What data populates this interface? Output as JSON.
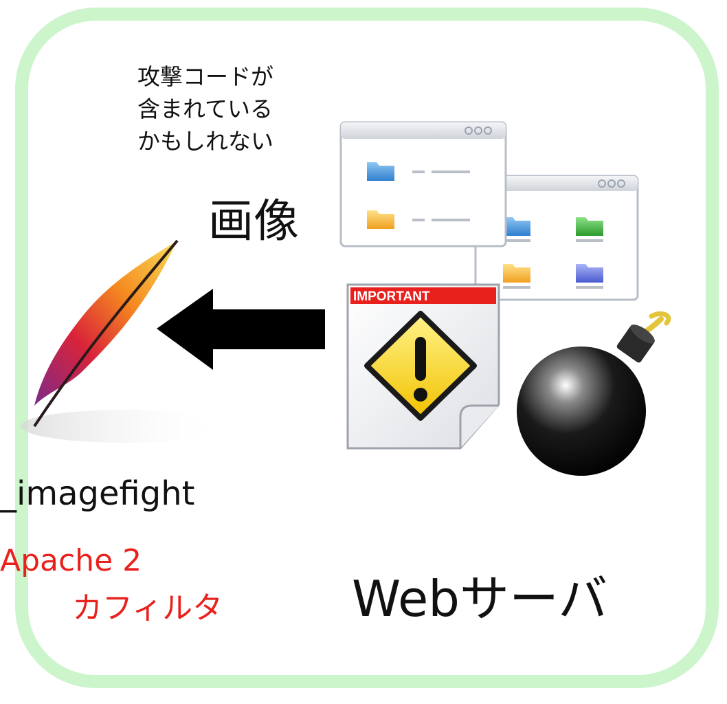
{
  "note_lines": [
    "攻撃コードが",
    "含まれている",
    "かもしれない"
  ],
  "image_label": "画像",
  "module_name": "_imagefight",
  "apache_label": "Apache 2",
  "filter_label": "カフィルタ",
  "webserver_label": "Webサーバ",
  "warning_banner": "IMPORTANT",
  "icons": {
    "feather": "apache-feather-icon",
    "arrow": "left-arrow-icon",
    "windows": "file-browser-windows-icon",
    "warning": "warning-document-icon",
    "bomb": "bomb-icon"
  },
  "colors": {
    "frame": "#ccf5cc",
    "red_text": "#e8211d",
    "banner": "#e8211d"
  }
}
